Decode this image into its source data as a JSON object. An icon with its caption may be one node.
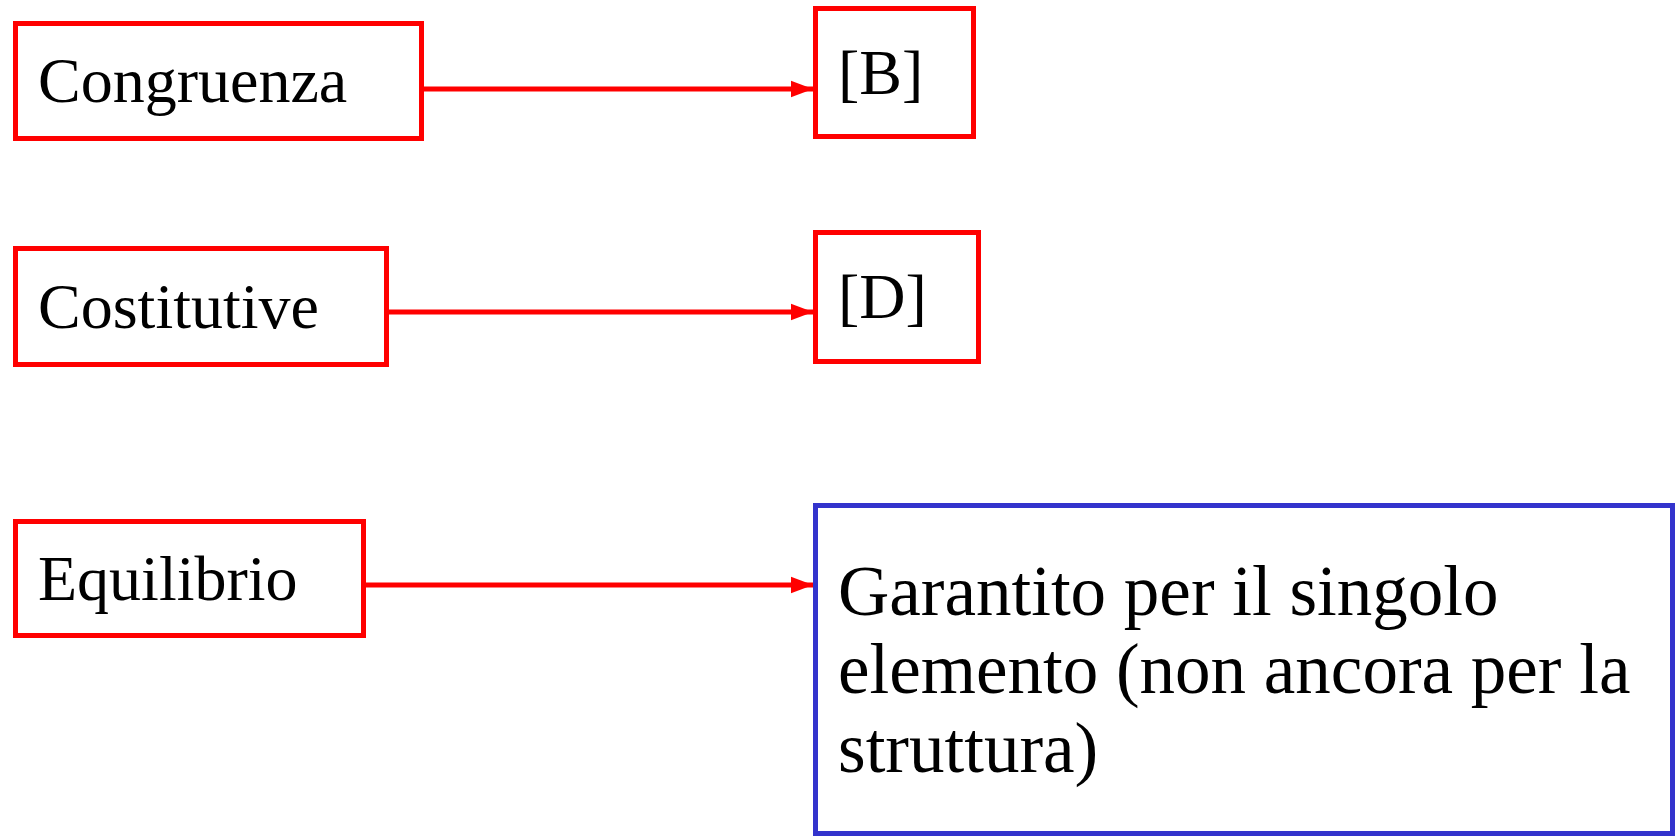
{
  "diagram": {
    "nodes": [
      {
        "text": [
          "Congruenza"
        ]
      },
      {
        "text": [
          "[B]"
        ]
      },
      {
        "text": [
          "Costitutive"
        ]
      },
      {
        "text": [
          "[D]"
        ]
      },
      {
        "text": [
          "Equilibrio"
        ]
      },
      {
        "text": [
          "Garantito per il singolo elemento (non ancora per la struttura)"
        ]
      }
    ],
    "edges": [
      {
        "from": 0,
        "to": 1,
        "arrow": "to"
      },
      {
        "from": 2,
        "to": 3,
        "arrow": "to"
      },
      {
        "from": 4,
        "to": 5,
        "arrow": "to"
      }
    ]
  }
}
